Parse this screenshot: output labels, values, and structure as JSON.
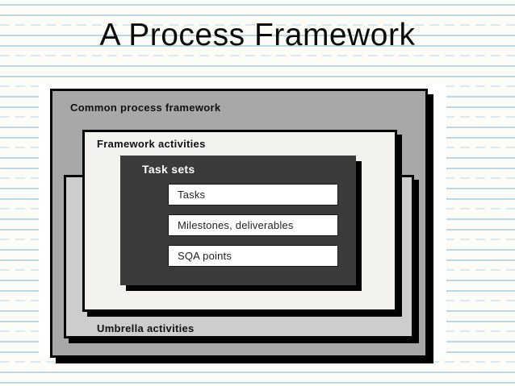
{
  "slide": {
    "title": "A Process Framework",
    "diagram": {
      "outer_box_label": "Common process framework",
      "framework_box_label": "Framework activities",
      "task_sets_label": "Task sets",
      "task_rows": [
        "Tasks",
        "Milestones, deliverables",
        "SQA points"
      ],
      "umbrella_label": "Umbrella activities"
    },
    "colors": {
      "outer_box_fill": "#a8a8a8",
      "umbrella_box_fill": "#cdcdcd",
      "framework_box_fill": "#f3f2ef",
      "task_sets_fill": "#3b3b3b",
      "task_row_fill": "#ffffff",
      "box_border": "#060606",
      "shadow": "#000000",
      "title_text": "#0b0b0b",
      "paper_background": "#fefcf7",
      "rule_line_solid": "#b9d8e8",
      "rule_line_dashed": "#d5eaf3"
    }
  }
}
